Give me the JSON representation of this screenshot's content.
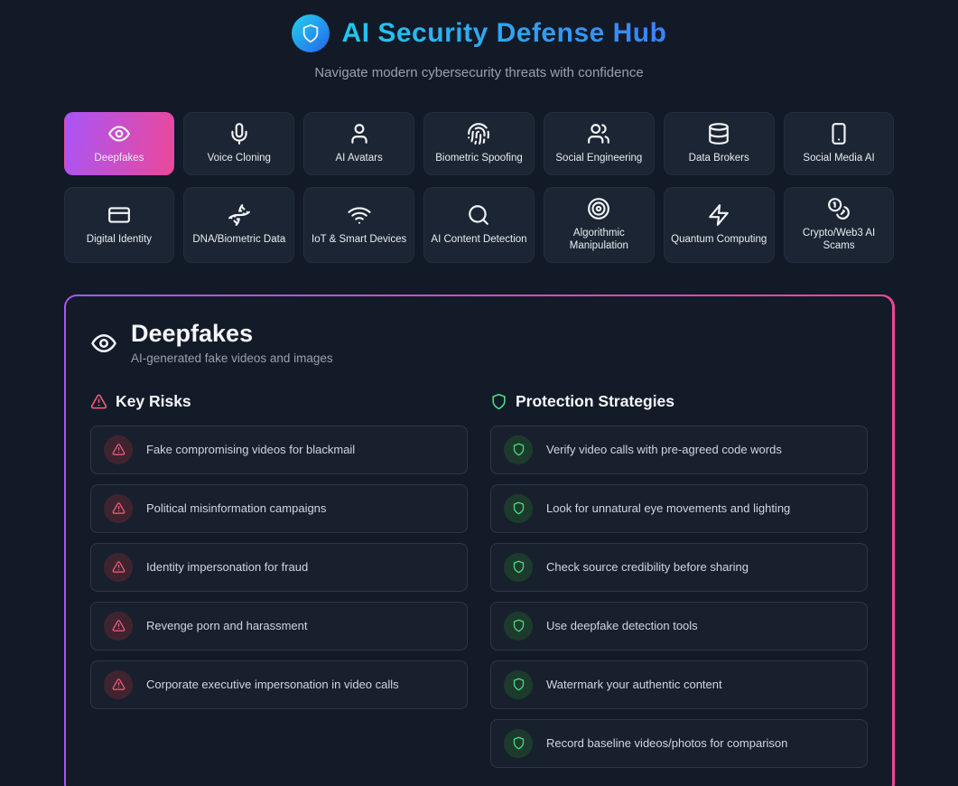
{
  "header": {
    "title": "AI Security Defense Hub",
    "subtitle": "Navigate modern cybersecurity threats with confidence",
    "logo_icon": "shield-icon"
  },
  "categories": [
    {
      "label": "Deepfakes",
      "icon": "eye",
      "selected": true
    },
    {
      "label": "Voice Cloning",
      "icon": "mic",
      "selected": false
    },
    {
      "label": "AI Avatars",
      "icon": "user",
      "selected": false
    },
    {
      "label": "Biometric Spoofing",
      "icon": "fingerprint",
      "selected": false
    },
    {
      "label": "Social Engineering",
      "icon": "users",
      "selected": false
    },
    {
      "label": "Data Brokers",
      "icon": "database",
      "selected": false
    },
    {
      "label": "Social Media AI",
      "icon": "smartphone",
      "selected": false
    },
    {
      "label": "Digital Identity",
      "icon": "credit-card",
      "selected": false
    },
    {
      "label": "DNA/Biometric Data",
      "icon": "dna",
      "selected": false
    },
    {
      "label": "IoT & Smart Devices",
      "icon": "wifi",
      "selected": false
    },
    {
      "label": "AI Content Detection",
      "icon": "search",
      "selected": false
    },
    {
      "label": "Algorithmic Manipulation",
      "icon": "target",
      "selected": false
    },
    {
      "label": "Quantum Computing",
      "icon": "zap",
      "selected": false
    },
    {
      "label": "Crypto/Web3 AI Scams",
      "icon": "coins",
      "selected": false
    }
  ],
  "detail": {
    "title": "Deepfakes",
    "subtitle": "AI-generated fake videos and images",
    "title_icon": "eye-icon",
    "risks_heading": "Key Risks",
    "strategies_heading": "Protection Strategies",
    "risks": [
      "Fake compromising videos for blackmail",
      "Political misinformation campaigns",
      "Identity impersonation for fraud",
      "Revenge porn and harassment",
      "Corporate executive impersonation in video calls"
    ],
    "strategies": [
      "Verify video calls with pre-agreed code words",
      "Look for unnatural eye movements and lighting",
      "Check source credibility before sharing",
      "Use deepfake detection tools",
      "Watermark your authentic content",
      "Record baseline videos/photos for comparison"
    ]
  },
  "colors": {
    "background": "#131a27",
    "card_background": "#18202e",
    "accent_purple": "#a855f7",
    "accent_pink": "#ec4899",
    "title_gradient_start": "#22c8ee",
    "title_gradient_end": "#3b82f6",
    "risk_red": "#f5607a",
    "protection_green": "#4ade80"
  }
}
